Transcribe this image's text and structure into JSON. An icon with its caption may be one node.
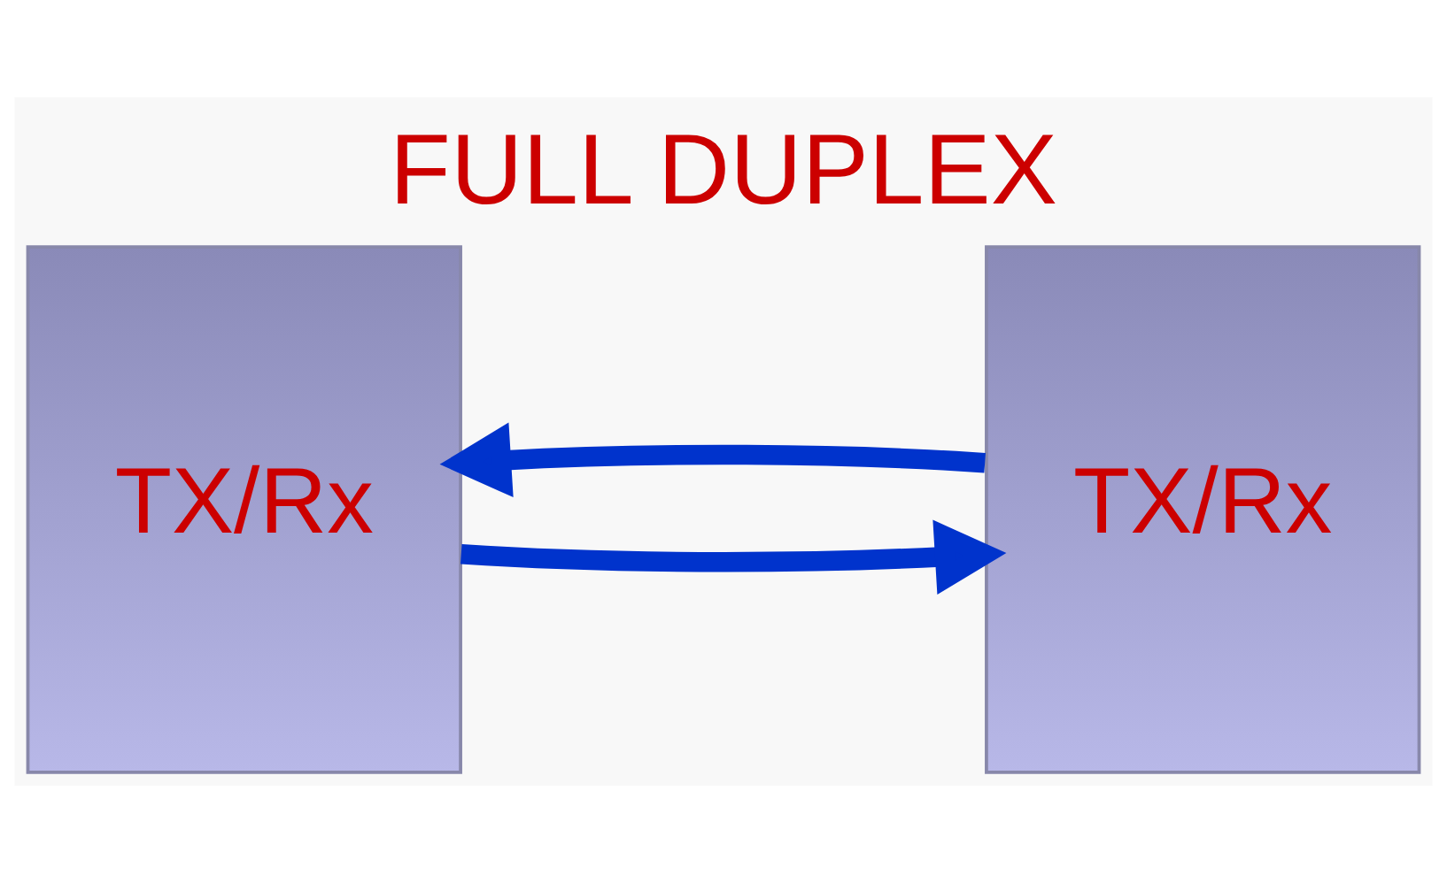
{
  "diagram": {
    "title": "FULL DUPLEX",
    "nodes": [
      {
        "text": [
          "TX/Rx"
        ]
      },
      {
        "text": [
          "TX/Rx"
        ]
      }
    ],
    "edges": [
      {
        "from": 0,
        "to": 1,
        "arrow": "to"
      },
      {
        "from": 1,
        "to": 0,
        "arrow": "to"
      }
    ]
  }
}
